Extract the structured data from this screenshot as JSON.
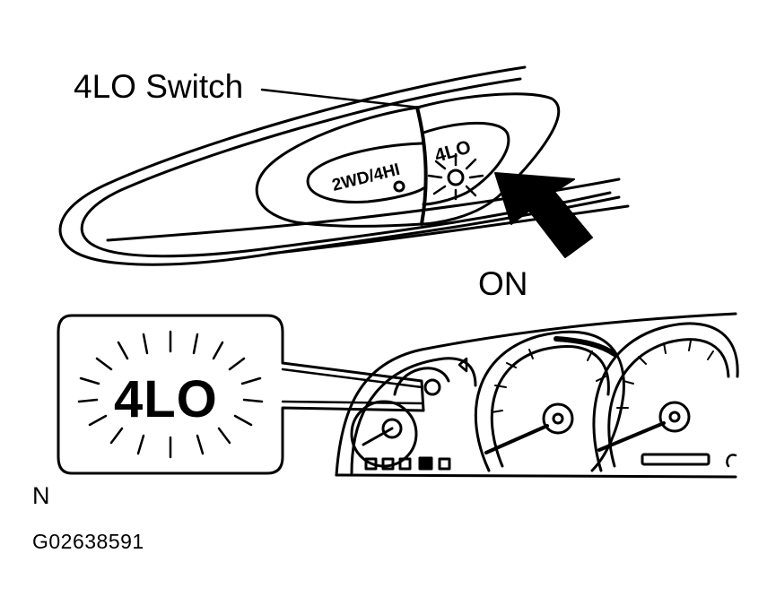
{
  "callout_label": "4LO Switch",
  "state_label": "ON",
  "switch": {
    "left_button": "2WD/4HI",
    "right_button": "4LO"
  },
  "indicator_label": "4LO",
  "corner_letter": "N",
  "figure_code": "G02638591",
  "colors": {
    "ink": "#000000",
    "paper": "#ffffff"
  }
}
